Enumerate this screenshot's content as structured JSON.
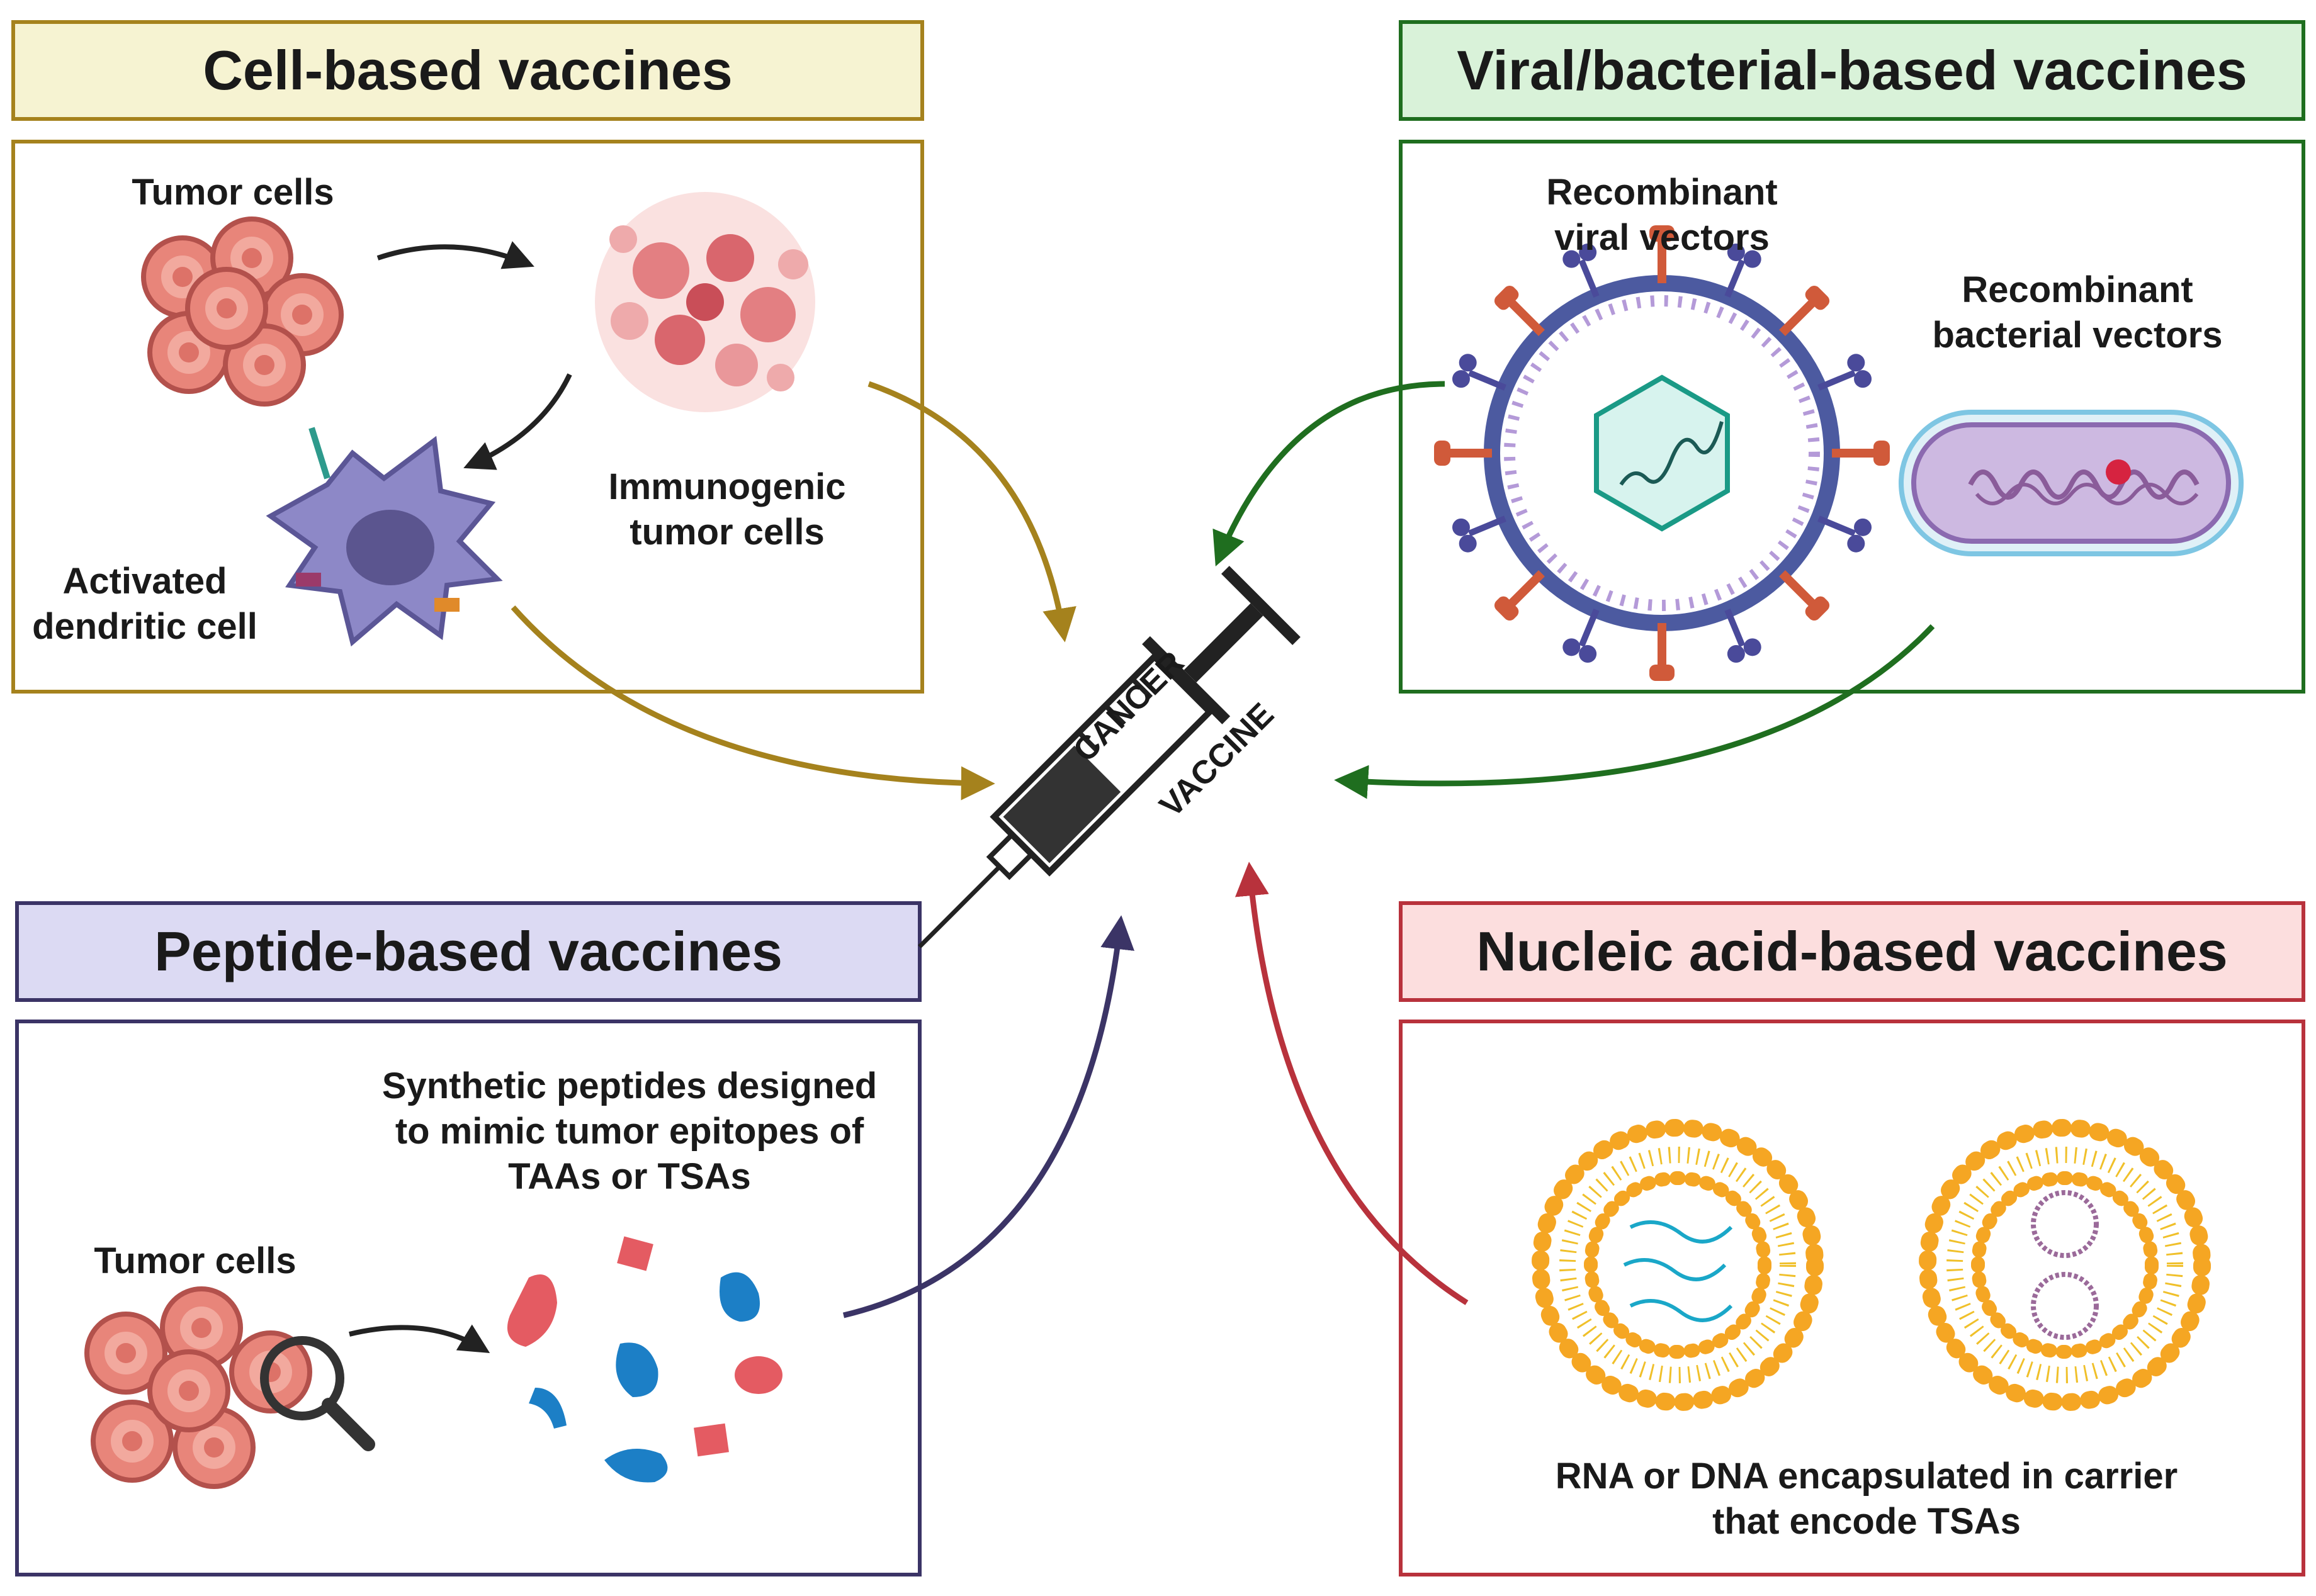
{
  "panels": {
    "cell": {
      "title": "Cell-based vaccines",
      "tumor_cells": "Tumor cells",
      "immunogenic_1": "Immunogenic",
      "immunogenic_2": "tumor cells",
      "dendritic_1": "Activated",
      "dendritic_2": "dendritic cell"
    },
    "viral": {
      "title": "Viral/bacterial-based vaccines",
      "viral_1": "Recombinant",
      "viral_2": "viral vectors",
      "bacterial_1": "Recombinant",
      "bacterial_2": "bacterial vectors"
    },
    "peptide": {
      "title": "Peptide-based vaccines",
      "desc_1": "Synthetic peptides designed",
      "desc_2": "to mimic tumor epitopes of",
      "desc_3": "TAAs or TSAs",
      "tumor_cells": "Tumor cells"
    },
    "nucleic": {
      "title": "Nucleic acid-based vaccines",
      "desc_1": "RNA or DNA encapsulated in carrier",
      "desc_2": "that encode TSAs"
    }
  },
  "center": {
    "label_top": "CANCER",
    "label_bottom": "VACCINE"
  },
  "colors": {
    "cell": "#a5821d",
    "cell_header_bg": "#f6f3d2",
    "viral": "#1f6e1f",
    "viral_header_bg": "#d9f2d9",
    "peptide": "#3b3466",
    "peptide_header_bg": "#dcdaf3",
    "nucleic": "#b8323c",
    "nucleic_header_bg": "#fcdede"
  }
}
